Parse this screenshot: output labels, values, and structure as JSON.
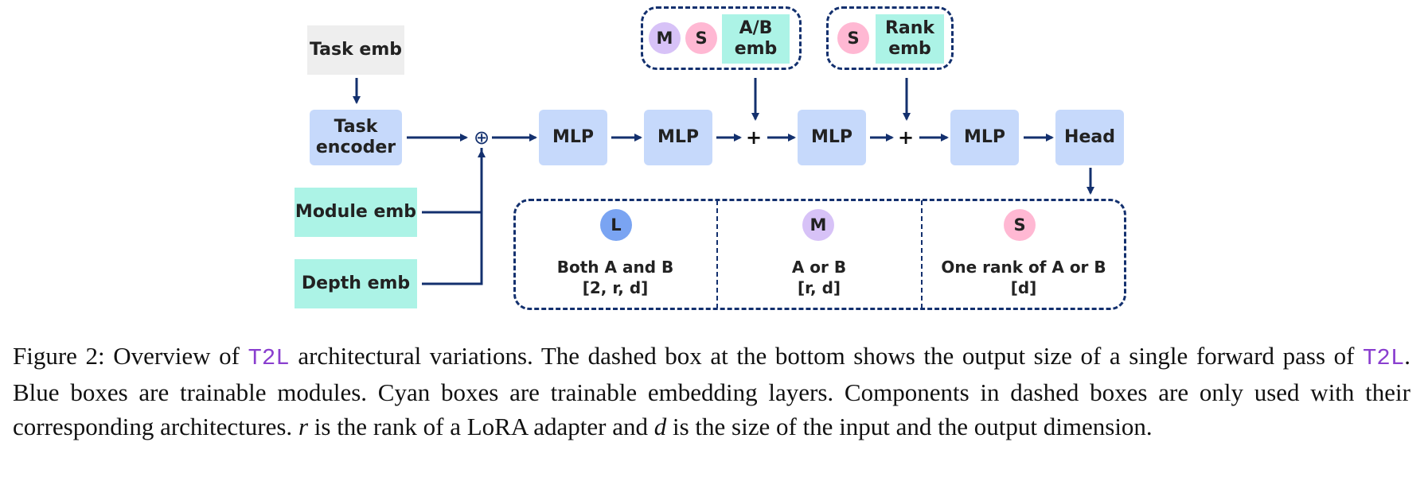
{
  "diagram": {
    "task_emb": "Task emb",
    "task_encoder": "Task encoder",
    "module_emb": "Module emb",
    "depth_emb": "Depth emb",
    "mlp": "MLP",
    "head": "Head",
    "oplus": "⊕",
    "plus": "+",
    "ab_group": {
      "m": "M",
      "s": "S",
      "emb": "A/B emb"
    },
    "rank_group": {
      "s": "S",
      "emb": "Rank emb"
    },
    "outputs": [
      {
        "badge": "L",
        "line1": "Both A and B",
        "line2": "[2, r, d]"
      },
      {
        "badge": "M",
        "line1": "A or B",
        "line2": "[r, d]"
      },
      {
        "badge": "S",
        "line1": "One rank of A or B",
        "line2": "[d]"
      }
    ],
    "colors": {
      "trainable_module": "#c6d9fb",
      "embedding_layer": "#acf3e6",
      "input": "#eeeeee",
      "arrow": "#13306e",
      "badge_L": "#7aa4f2",
      "badge_M": "#d7c2f7",
      "badge_S": "#ffb8d3"
    }
  },
  "caption": {
    "p1": "Figure 2: Overview of ",
    "t2l_1": "T2L",
    "p2": " architectural variations. The dashed box at the bottom shows the output size of a single forward pass of ",
    "t2l_2": "T2L",
    "p3": ". Blue boxes are trainable modules. Cyan boxes are trainable embedding layers. Components in dashed boxes are only used with their corresponding architectures. ",
    "r": "r",
    "p4": " is the rank of a LoRA adapter and ",
    "d": "d",
    "p5": " is the size of the input and the output dimension."
  }
}
